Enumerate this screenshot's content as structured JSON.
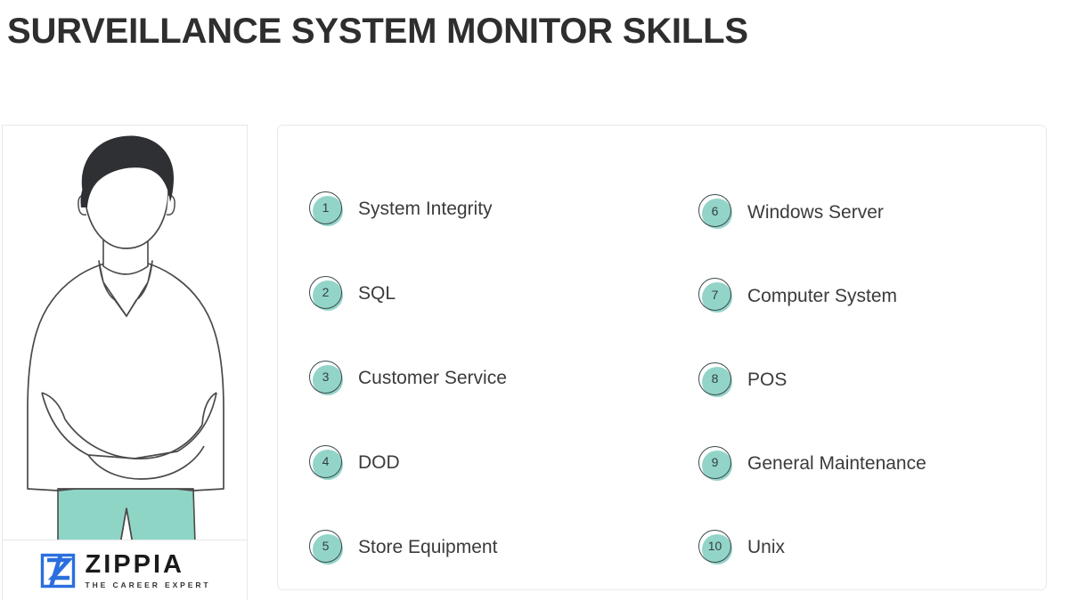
{
  "header": {
    "title": "SURVEILLANCE SYSTEM MONITOR SKILLS"
  },
  "illustration": {
    "name": "person-arms-crossed-illustration",
    "description": "Line-art illustration of a man with dark hair wearing a polo shirt with arms crossed and mint green trousers",
    "hair_color": "#2f3033",
    "trousers_color": "#8ed5c5",
    "outline_color": "#4a4a4a"
  },
  "logo": {
    "mark": "zippia-z-logo-icon",
    "wordmark": "ZIPPIA",
    "tagline": "THE CAREER EXPERT",
    "mark_color": "#2b6fdf",
    "wordmark_color": "#1a1a1a"
  },
  "theme": {
    "badge_fill": "#93d4c9",
    "badge_ring": "#3c4a4a",
    "badge_number_color": "#333f3f",
    "label_color": "#3b3b3b",
    "title_color": "#2e2e2e",
    "card_border": "#e9e9e9",
    "panel_border": "#e8e8e8",
    "background": "#ffffff"
  },
  "skills": {
    "left_column": [
      {
        "rank": "1",
        "label": "System Integrity"
      },
      {
        "rank": "2",
        "label": "SQL"
      },
      {
        "rank": "3",
        "label": "Customer Service"
      },
      {
        "rank": "4",
        "label": "DOD"
      },
      {
        "rank": "5",
        "label": "Store Equipment"
      }
    ],
    "right_column": [
      {
        "rank": "6",
        "label": "Windows Server"
      },
      {
        "rank": "7",
        "label": "Computer System"
      },
      {
        "rank": "8",
        "label": "POS"
      },
      {
        "rank": "9",
        "label": "General Maintenance"
      },
      {
        "rank": "10",
        "label": "Unix"
      }
    ]
  }
}
